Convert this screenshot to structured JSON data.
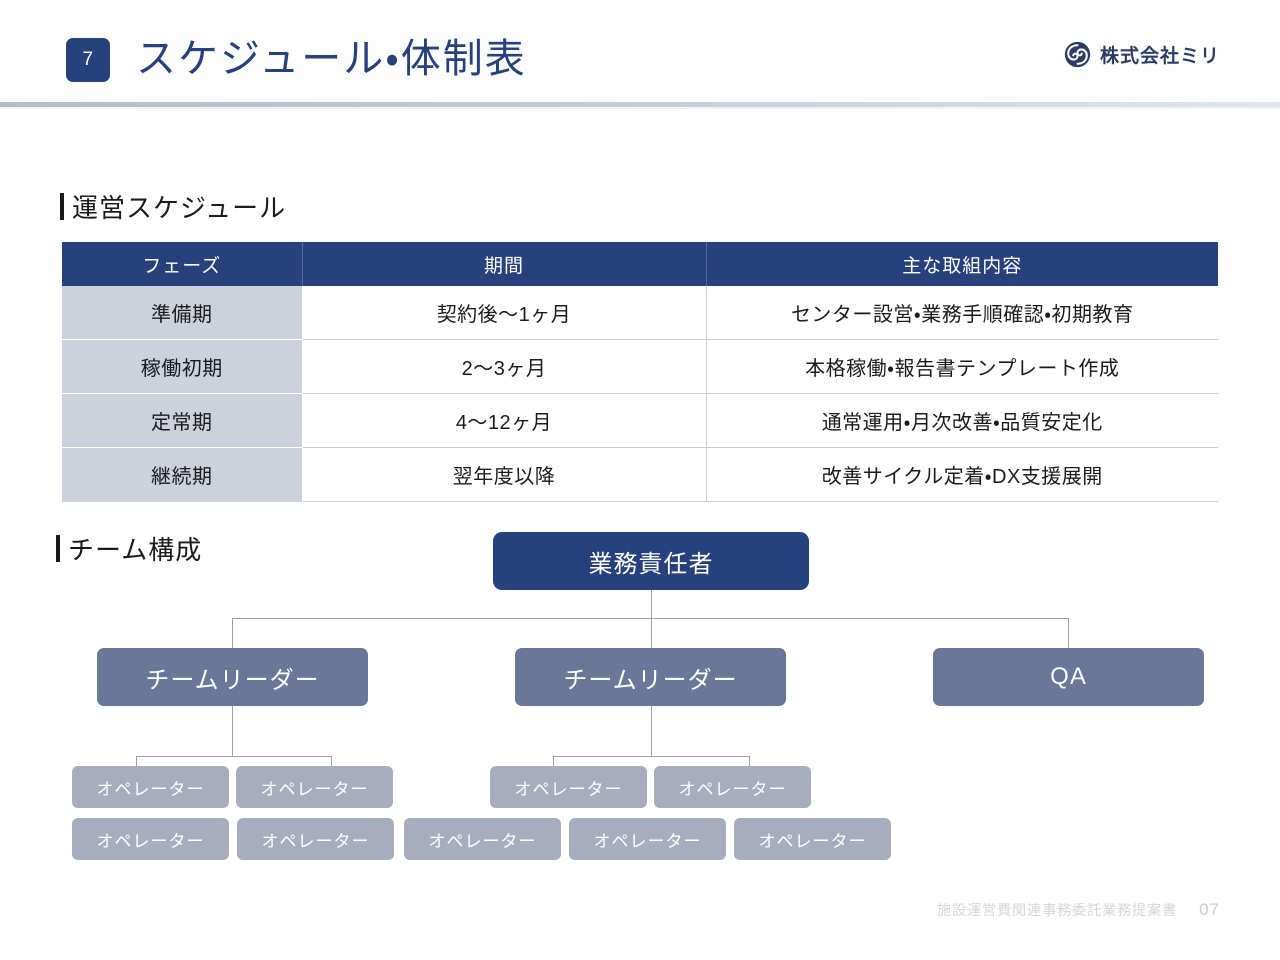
{
  "header": {
    "badge_number": "7",
    "title": "スケジュール・体制表",
    "brand_name": "株式会社ミリ",
    "brand_icon": "spiral-logo-icon",
    "accent_color": "#27417d"
  },
  "sections": {
    "schedule_heading": "運営スケジュール",
    "team_heading": "チーム構成"
  },
  "schedule_table": {
    "columns": [
      "フェーズ",
      "期間",
      "主な取組内容"
    ],
    "rows": [
      {
        "phase": "準備期",
        "period": "契約後〜1ヶ月",
        "content": "センター設営・業務手順確認・初期教育"
      },
      {
        "phase": "稼働初期",
        "period": "2〜3ヶ月",
        "content": "本格稼働・報告書テンプレート作成"
      },
      {
        "phase": "定常期",
        "period": "4〜12ヶ月",
        "content": "通常運用・月次改善・品質安定化"
      },
      {
        "phase": "継続期",
        "period": "翌年度以降",
        "content": "改善サイクル定着・DX支援展開"
      }
    ],
    "header_color": "#27417d",
    "phase_cell_color": "#ccd1dc"
  },
  "org_chart": {
    "root": "業務責任者",
    "leaders": [
      "チームリーダー",
      "チームリーダー",
      "QA"
    ],
    "operators_row1": [
      "オペレーター",
      "オペレーター",
      "オペレーター",
      "オペレーター"
    ],
    "operators_row2": [
      "オペレーター",
      "オペレーター",
      "オペレーター",
      "オペレーター",
      "オペレーター"
    ],
    "root_color": "#27417d",
    "leader_color": "#6a7799",
    "operator_color": "#a8adbd"
  },
  "footer": {
    "document_title": "施設運営費関連事務委託業務提案書",
    "page_number": "07"
  }
}
